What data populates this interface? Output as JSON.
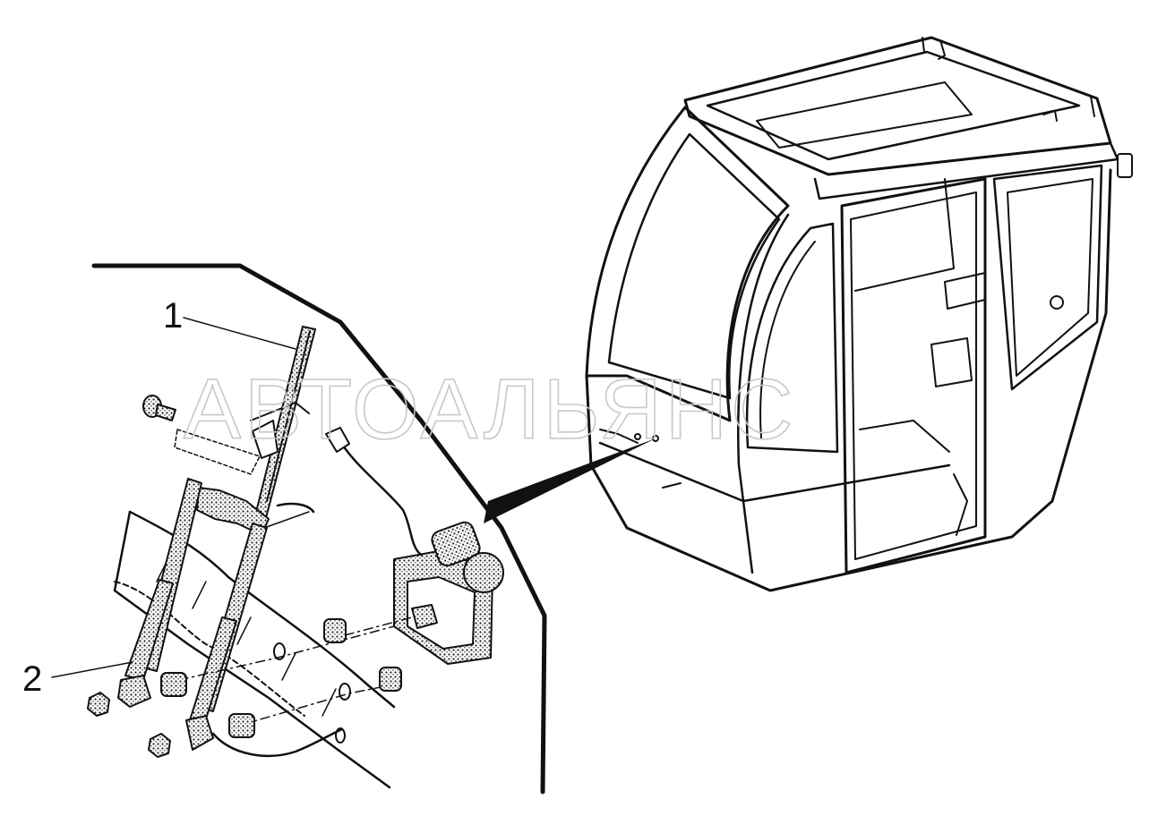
{
  "callouts": {
    "wiper_assembly": "1",
    "mount_parts": "2"
  },
  "watermark": "АВТОАЛЬЯНС",
  "colors": {
    "ink": "#111111",
    "paper": "#ffffff",
    "watermark": "#c8c8c8"
  }
}
